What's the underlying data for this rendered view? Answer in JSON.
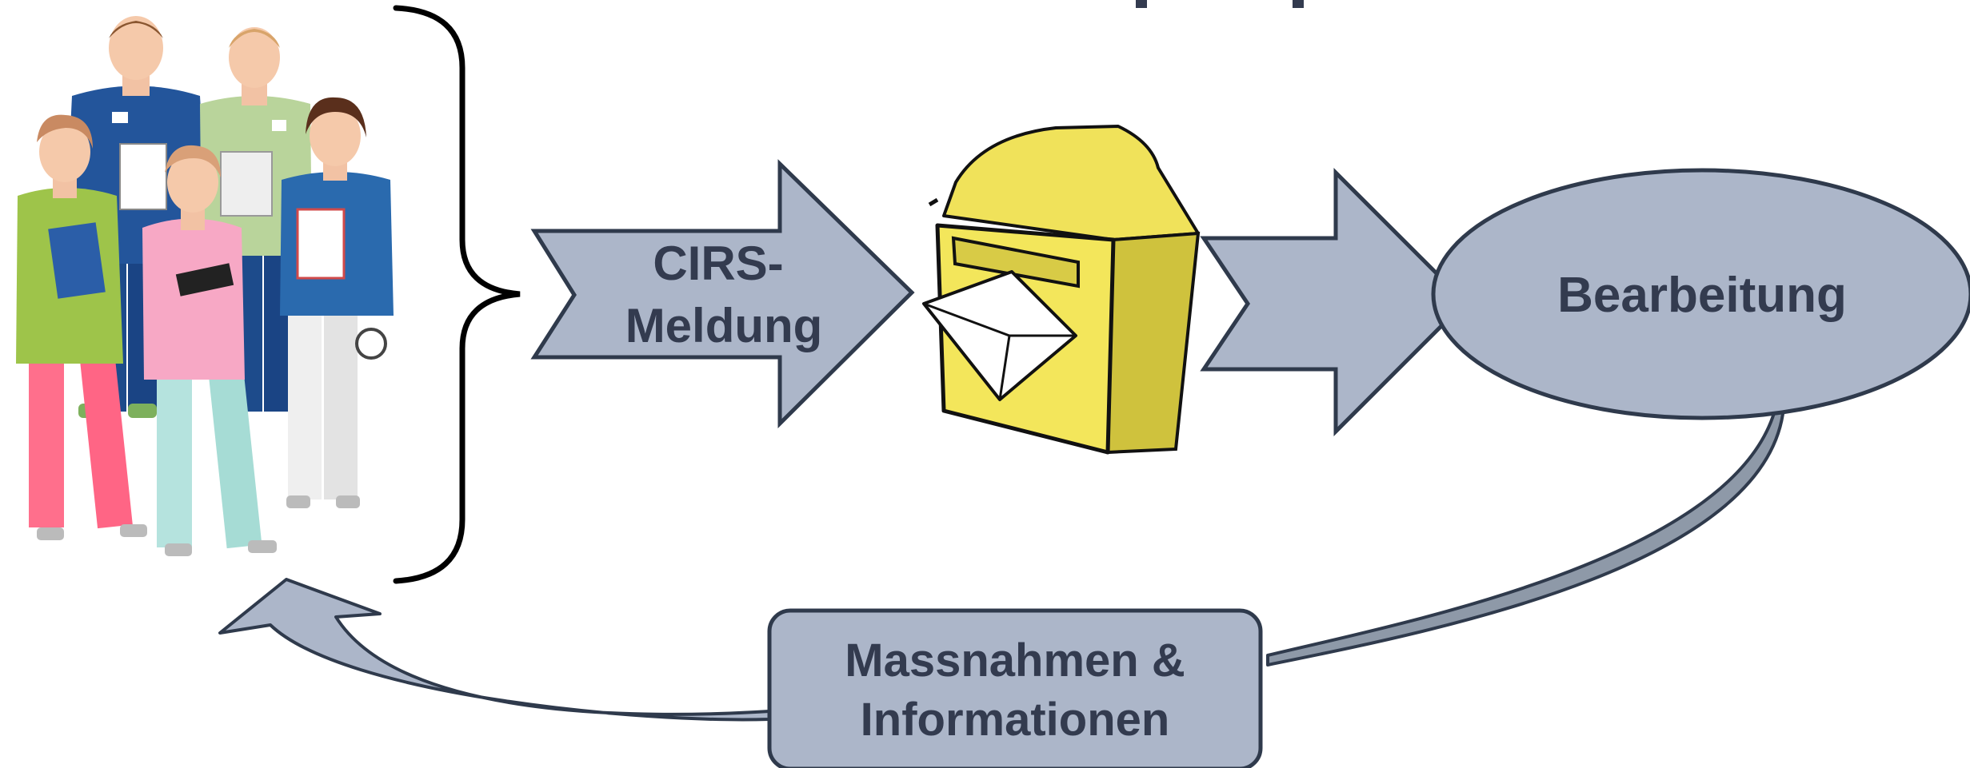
{
  "labels": {
    "report_line1": "CIRS-",
    "report_line2": "Meldung",
    "processing": "Bearbeitung",
    "measures_line1": "Massnahmen &",
    "measures_line2": "Informationen"
  },
  "icons": {
    "staff": "healthcare-team-icon",
    "mailbox": "mailbox-icon"
  },
  "colors": {
    "shape_fill": "#acb6c9",
    "shape_stroke": "#2f3a4c",
    "dark_tail": "#8e99a8",
    "text": "#333b4f",
    "mailbox_yellow": "#f3e65b",
    "mailbox_shade": "#cfc23d"
  }
}
